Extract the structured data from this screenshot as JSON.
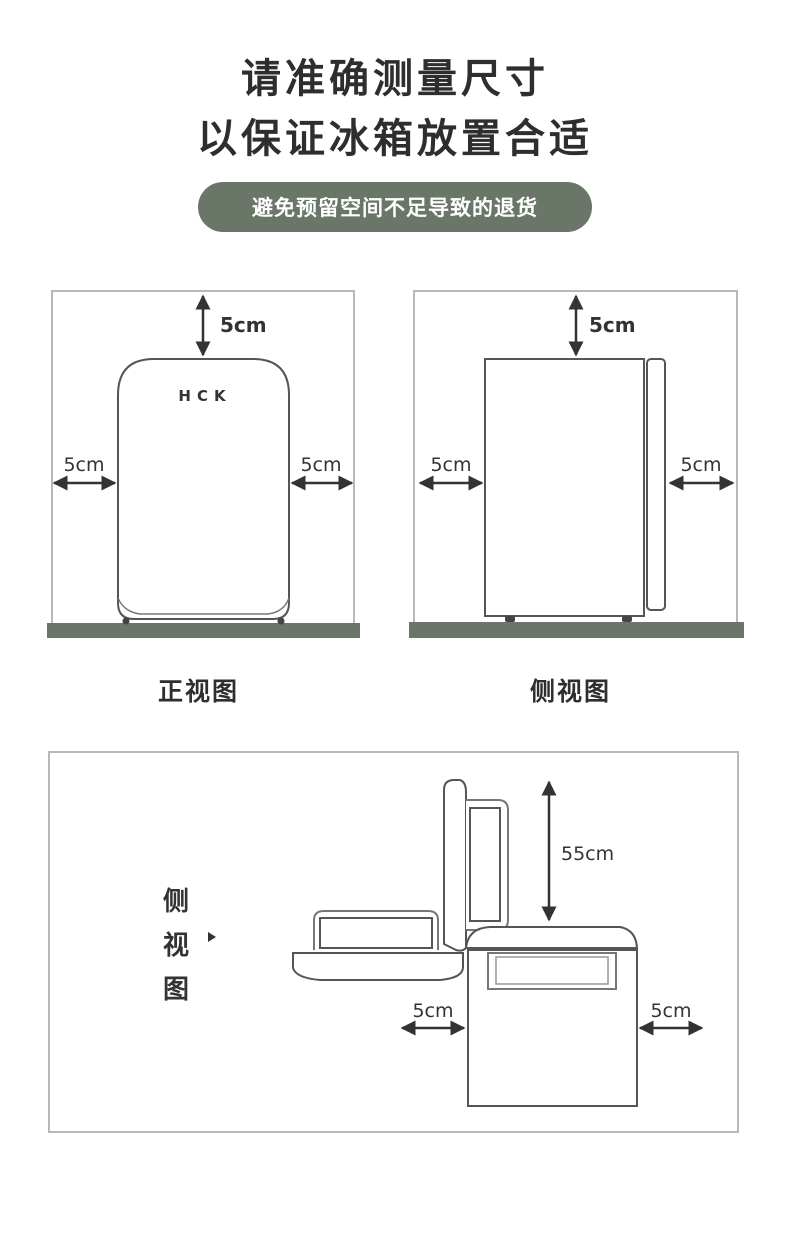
{
  "header": {
    "title_line1": "请准确测量尺寸",
    "title_line2": "以保证冰箱放置合适",
    "notice": "避免预留空间不足导致的退货"
  },
  "front_view": {
    "caption": "正视图",
    "brand": "HCK",
    "top_gap": "5cm",
    "left_gap": "5cm",
    "right_gap": "5cm"
  },
  "side_view": {
    "caption": "侧视图",
    "top_gap": "5cm",
    "left_gap": "5cm",
    "right_gap": "5cm"
  },
  "top_view": {
    "label_chars": [
      "侧",
      "视",
      "图"
    ],
    "lid_clearance": "55cm",
    "left_gap": "5cm",
    "right_gap": "5cm"
  },
  "colors": {
    "accent": "#6a7668",
    "frame": "#b8b8b8",
    "outline": "#555555"
  }
}
